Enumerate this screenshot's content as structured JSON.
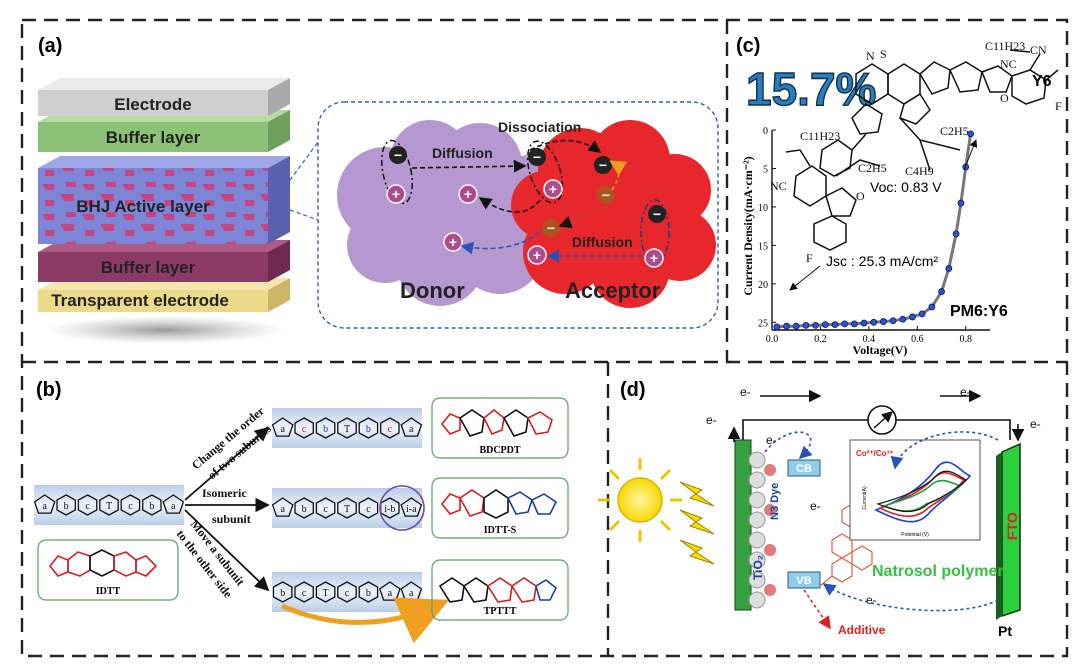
{
  "panels": {
    "a": {
      "label": "(a)",
      "layers": [
        "Electrode",
        "Buffer layer",
        "BHJ Active layer",
        "Buffer layer",
        "Transparent electrode"
      ],
      "process": {
        "diffusion_top": "Diffusion",
        "dissociation": "Dissociation",
        "diffusion_bottom": "Diffusion",
        "donor": "Donor",
        "acceptor": "Acceptor"
      }
    },
    "b": {
      "label": "(b)",
      "idtt_units": [
        "a",
        "b",
        "c",
        "T",
        "c",
        "b",
        "a"
      ],
      "idtt_name": "IDTT",
      "route1": {
        "line1": "Change the order",
        "line2": "of two subunits",
        "units": [
          "a",
          "c",
          "b",
          "T",
          "b",
          "c",
          "a"
        ],
        "name": "BDCPDT"
      },
      "route2": {
        "line1": "Isomeric",
        "line2": "subunit",
        "units": [
          "a",
          "b",
          "c",
          "T",
          "c",
          "i-b",
          "i-a"
        ],
        "name": "IDTT-S"
      },
      "route3": {
        "line1": "Move a subunit",
        "line2": "to the other side",
        "units": [
          "b",
          "c",
          "T",
          "c",
          "b",
          "a",
          "a"
        ],
        "name": "TPTTT"
      }
    },
    "c": {
      "label": "(c)",
      "efficiency": "15.7%",
      "molecule": "Y6",
      "chem": {
        "c11h23_top": "C11H23",
        "c11h23_left": "C11H23",
        "c2h5_a": "C2H5",
        "c2h5_b": "C2H5",
        "c4h9": "C4H9",
        "nc": "NC",
        "cn": "CN",
        "o": "O",
        "f": "F",
        "n": "N",
        "s": "S"
      },
      "voc": "Voc: 0.83 V",
      "jsc": "Jsc : 25.3 mA/cm²",
      "blend": "PM6:Y6"
    },
    "d": {
      "label": "(d)",
      "e": "e-",
      "cb": "CB",
      "vb": "VB",
      "tio2": "TiO₂",
      "dye": "N3 Dye",
      "fto": "FTO",
      "pt": "Pt",
      "polymer": "Natrosol polymer",
      "additive": "Additive",
      "redox": "Co²⁺/Co³⁺",
      "cv_ylabel": "Current(A)",
      "cv_xlabel": "Potential (V)"
    }
  },
  "chart_data": {
    "type": "line",
    "title": "",
    "xlabel": "Voltage(V)",
    "ylabel": "Current Density(mA·cm⁻²)",
    "xlim": [
      0.0,
      0.9
    ],
    "ylim": [
      0,
      26
    ],
    "y_inverted": true,
    "xticks": [
      0.0,
      0.2,
      0.4,
      0.6,
      0.8
    ],
    "yticks": [
      0,
      5,
      10,
      15,
      20,
      25
    ],
    "series": [
      {
        "x": [
          0.02,
          0.06,
          0.1,
          0.14,
          0.18,
          0.22,
          0.26,
          0.3,
          0.34,
          0.38,
          0.42,
          0.46,
          0.5,
          0.54,
          0.58,
          0.62,
          0.66,
          0.7,
          0.73,
          0.76,
          0.78,
          0.8,
          0.82
        ],
        "y": [
          25.6,
          25.5,
          25.5,
          25.4,
          25.4,
          25.3,
          25.3,
          25.2,
          25.2,
          25.1,
          25.0,
          24.9,
          24.8,
          24.6,
          24.3,
          23.9,
          23.0,
          21.0,
          18.0,
          13.5,
          9.5,
          4.8,
          0.5
        ]
      }
    ]
  }
}
